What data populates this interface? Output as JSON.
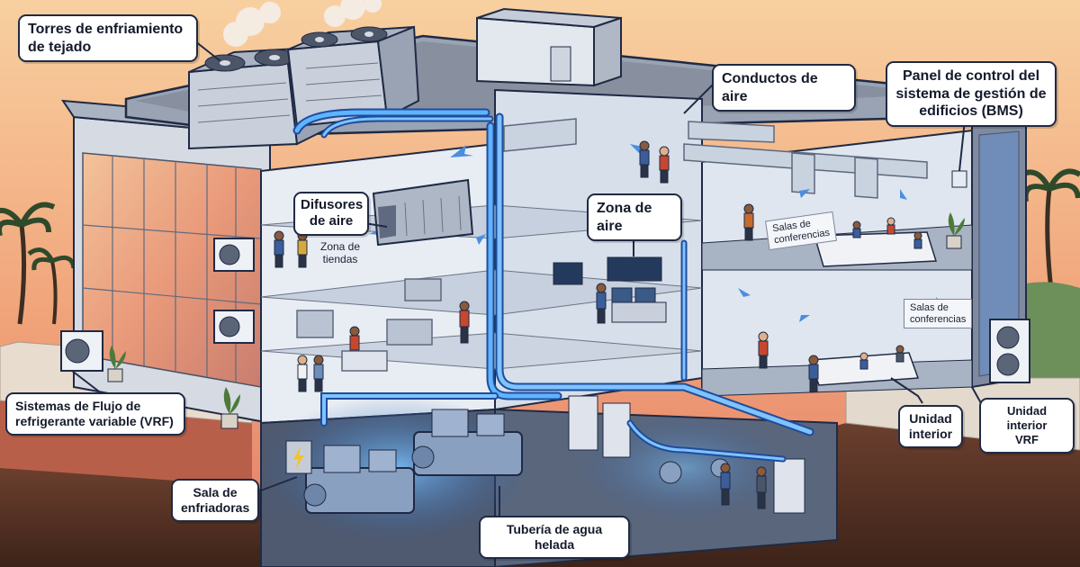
{
  "colors": {
    "sky_top": "#f7c48b",
    "sky_bottom": "#e98a6d",
    "ground": "#5a3528",
    "building_wall": "#dfe4ec",
    "building_dark": "#8b95a8",
    "pipe_blue": "#3a8be6",
    "glow_blue": "#5fb4ff",
    "outline": "#1f2a44"
  },
  "labels": {
    "cooling_towers": "Torres de enfriamiento\nde tejado",
    "air_ducts": "Conductos de aire",
    "bms_panel": "Panel de control del\nsistema de gestión de\nedificios (BMS)",
    "air_diffusers": "Difusores\nde aire",
    "store_zone": "Zona de\ntiendas",
    "air_zone": "Zona de aire",
    "conference_rooms_upper": "Salas de\nconferencias",
    "conference_rooms_lower": "Salas de\nconferencias",
    "vrf_systems": "Sistemas de Flujo de\nrefrigerante variable (VRF)",
    "indoor_unit": "Unidad\ninterior",
    "vrf_indoor_unit": "Unidad interior\nVRF",
    "chiller_room": "Sala de\nenfriadoras",
    "chilled_water_pipe": "Tubería de agua helada"
  },
  "icons": {
    "fans": "fan-icon",
    "people": "person-icon",
    "palm": "palm-tree-icon",
    "screen": "monitor-icon",
    "electric": "lightning-icon"
  }
}
